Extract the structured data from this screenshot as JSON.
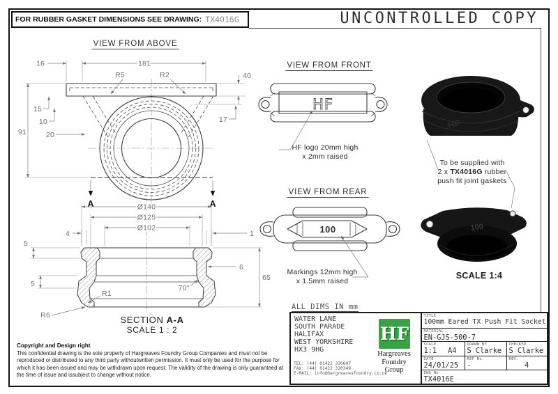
{
  "header": {
    "gasket_note_label": "FOR RUBBER GASKET DIMENSIONS SEE DRAWING:",
    "gasket_note_drawing": "TX4016G",
    "uncontrolled": "UNCONTROLLED COPY"
  },
  "views": {
    "above": {
      "title": "VIEW FROM ABOVE",
      "dims": {
        "d16": "16",
        "d181": "181",
        "r5": "R5",
        "r2": "R2",
        "d40": "40",
        "d91": "91",
        "d15": "15",
        "d10": "10",
        "d20": "20",
        "d17": "17"
      },
      "section_marks": {
        "left": "A",
        "right": "A"
      }
    },
    "section": {
      "label_prefix": "SECTION ",
      "label_bold": "A-A",
      "scale": "SCALE 1 : 2",
      "dims": {
        "d140": "Ø140",
        "d125": "Ø125",
        "d102": "Ø102",
        "d5top": "5",
        "d4": "4",
        "d1": "1",
        "d6": "6",
        "d65": "65",
        "d5bot": "5",
        "r1": "R1",
        "a70": "70°",
        "r6": "R6"
      }
    },
    "front": {
      "title": "VIEW FROM FRONT",
      "logo": "HF",
      "note1": "HF logo 20mm high",
      "note2": "x 2mm raised"
    },
    "rear": {
      "title": "VIEW FROM REAR",
      "marking": "100",
      "note1": "Markings 12mm high",
      "note2": "x 1.5mm raised"
    },
    "renders": {
      "note1": "To be supplied with",
      "note2_pre": "2 x ",
      "note2_bold": "TX4016G",
      "note2_post": " rubber",
      "note3": "push fit joint gaskets",
      "scale": "SCALE 1:4",
      "logo": "HF",
      "marking": "100"
    }
  },
  "notes": {
    "all_dims": "ALL DIMS IN mm"
  },
  "copyright": {
    "title": "Copyright and Design right",
    "body": "This confidential drawing is the sole property of Hargreaves Foundry Group Companies and must not be reproduced or distributed to any third party withoutwritten permission. It must only be used for the purpose for which it has been issued and may be withdrawn upon request. The validity of the drawing is only guaranteed at the time of issue and issubject to change without notice."
  },
  "title_block": {
    "address_lines": [
      "WATER LANE",
      "SOUTH PARADE",
      "HALIFAX",
      "WEST YORKSHIRE",
      "HX3 9HG"
    ],
    "contact": {
      "tel": "TEL: (44) 01422 330607",
      "fax": "FAX: (44) 01422 320349",
      "email": "E-MAIL: info@hargreavesfoundry.co.uk"
    },
    "logo_text": "HF",
    "logo_green": "#3aa144",
    "company_lines": [
      "Hargreaves",
      "Foundry",
      "Group"
    ],
    "fields": {
      "title_label": "TITLE",
      "title_value": "100mm Eared TX Push Fit Socket",
      "material_label": "MATERIAL",
      "material_value": "EN-GJS-500-7",
      "scale_label": "SCALE",
      "scale_value": "1:1",
      "sheet_size": "A4",
      "drawn_label": "DRAWN BY",
      "drawn_value": "S Clarke",
      "checked_label": "CHECKED",
      "checked_value": "S Clarke",
      "date_label": "DATE",
      "date_value": "24/01/25",
      "ref_label": "REF No",
      "ref_value": "-",
      "rev_label": "REV.",
      "rev_value": "4",
      "dwg_label": "DWG No",
      "dwg_value": "TX4016E"
    }
  },
  "colors": {
    "line": "#3b3b3b",
    "dim_text": "#6e6e6e",
    "render_black": "#161616"
  }
}
